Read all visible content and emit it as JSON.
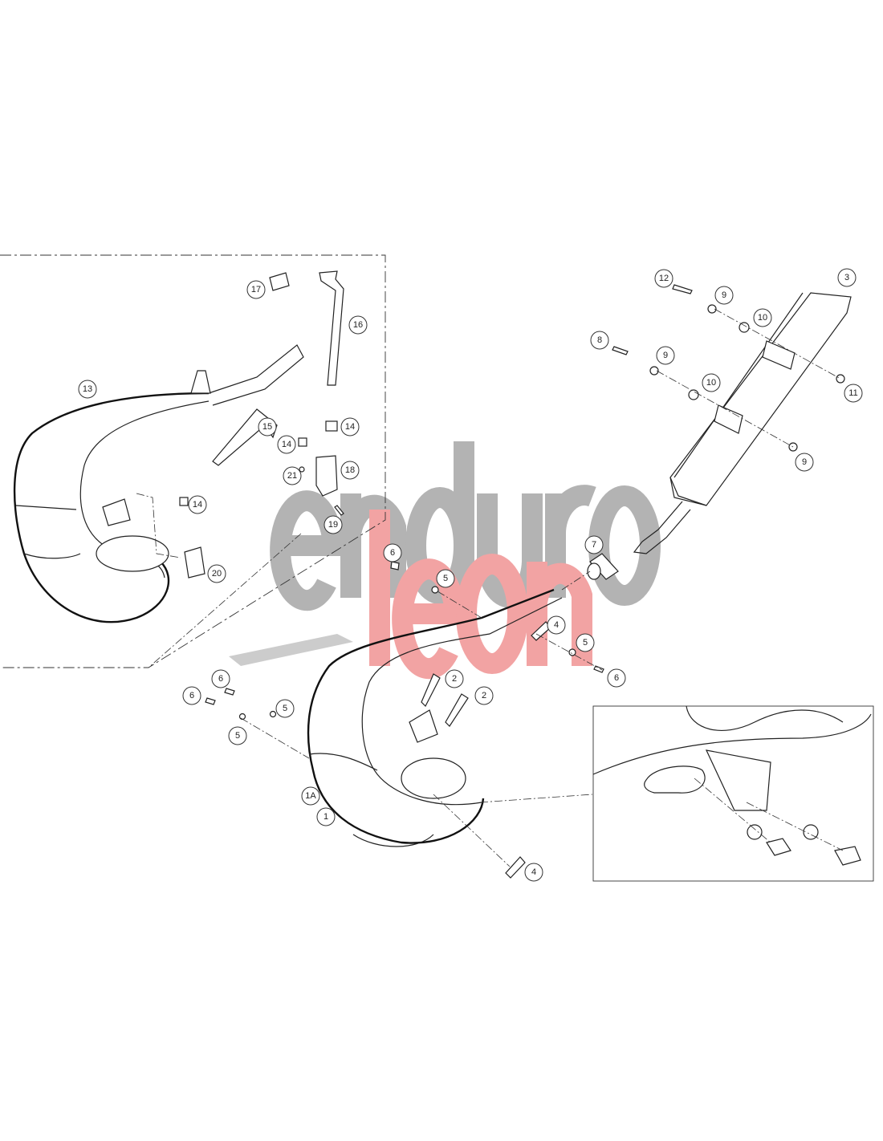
{
  "watermark": {
    "line1": "enduro",
    "line2": "leon",
    "line1_color": "#b3b3b3",
    "line2_color": "#f2a3a3"
  },
  "callouts": [
    "12",
    "9",
    "3",
    "10",
    "8",
    "9",
    "10",
    "11",
    "9",
    "17",
    "16",
    "13",
    "15",
    "14",
    "14",
    "18",
    "21",
    "14",
    "19",
    "20",
    "6",
    "7",
    "5",
    "4",
    "5",
    "6",
    "2",
    "2",
    "6",
    "6",
    "5",
    "5",
    "1A",
    "1",
    "4"
  ]
}
